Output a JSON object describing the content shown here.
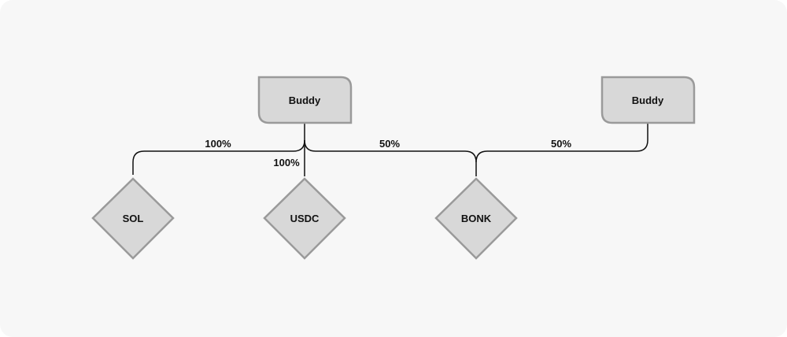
{
  "nodes": {
    "buddy_left": {
      "label": "Buddy"
    },
    "buddy_right": {
      "label": "Buddy"
    },
    "sol": {
      "label": "SOL"
    },
    "usdc": {
      "label": "USDC"
    },
    "bonk": {
      "label": "BONK"
    }
  },
  "edges": {
    "buddy_left_to_sol": {
      "label": "100%"
    },
    "buddy_left_to_usdc": {
      "label": "100%"
    },
    "buddy_left_to_bonk": {
      "label": "50%"
    },
    "buddy_right_to_bonk": {
      "label": "50%"
    }
  },
  "colors": {
    "background": "#f7f7f7",
    "node_fill": "#d8d8d8",
    "node_stroke": "#9a9a9a",
    "line": "#111111"
  }
}
